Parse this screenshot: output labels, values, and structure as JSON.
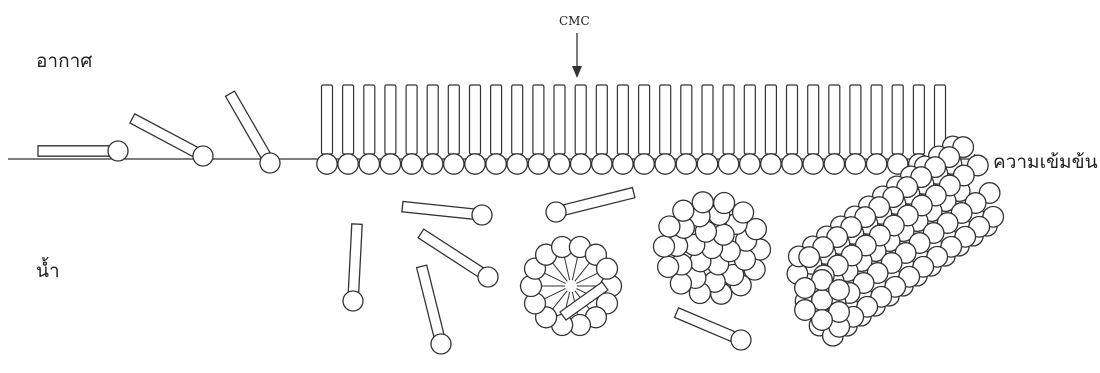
{
  "labels": {
    "air": "อากาศ",
    "water": "น้ำ",
    "concentration": "ความเข้มข้น",
    "cmc": "CMC"
  },
  "colors": {
    "line": "#333333",
    "fill": "#ffffff"
  }
}
